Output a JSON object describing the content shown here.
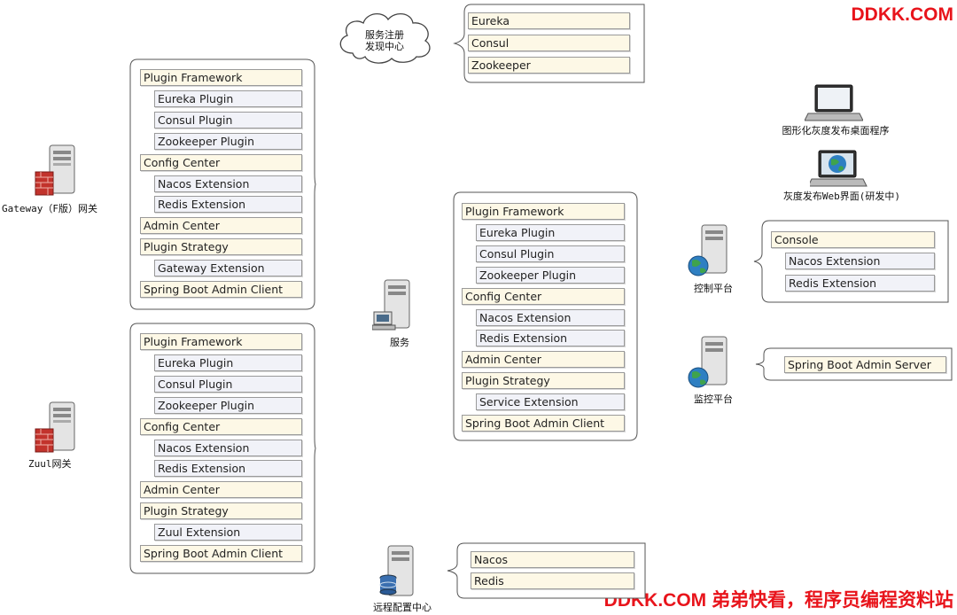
{
  "watermark": {
    "top": "DDKK.COM",
    "bottom": "DDKK.COM 弟弟快看，程序员编程资料站"
  },
  "colors": {
    "brand_red": "#e8141b",
    "item_level1": "#fdf8e6",
    "item_level2": "#f1f2f8"
  },
  "nodes": {
    "gateway": "Gateway（F版）网关",
    "zuul": "Zuul网关",
    "service": "服务",
    "registry_line1": "服务注册",
    "registry_line2": "发现中心",
    "remote_config": "远程配置中心",
    "desktop_app": "图形化灰度发布桌面程序",
    "web_ui": "灰度发布Web界面(研发中)",
    "control_platform": "控制平台",
    "monitor_platform": "监控平台"
  },
  "registry_items": [
    "Eureka",
    "Consul",
    "Zookeeper"
  ],
  "config_items": [
    "Nacos",
    "Redis"
  ],
  "gateway_stack": [
    "Plugin Framework",
    "Eureka Plugin",
    "Consul Plugin",
    "Zookeeper Plugin",
    "Config Center",
    "Nacos Extension",
    "Redis Extension",
    "Admin Center",
    "Plugin Strategy",
    "Gateway Extension",
    "Spring Boot Admin Client"
  ],
  "zuul_stack": [
    "Plugin Framework",
    "Eureka Plugin",
    "Consul Plugin",
    "Zookeeper Plugin",
    "Config Center",
    "Nacos Extension",
    "Redis Extension",
    "Admin Center",
    "Plugin Strategy",
    "Zuul Extension",
    "Spring Boot Admin Client"
  ],
  "service_stack": [
    "Plugin Framework",
    "Eureka Plugin",
    "Consul Plugin",
    "Zookeeper Plugin",
    "Config Center",
    "Nacos Extension",
    "Redis Extension",
    "Admin Center",
    "Plugin Strategy",
    "Service Extension",
    "Spring Boot Admin Client"
  ],
  "console_stack": [
    "Console",
    "Nacos Extension",
    "Redis Extension"
  ],
  "monitor_stack": [
    "Spring Boot Admin Server"
  ]
}
